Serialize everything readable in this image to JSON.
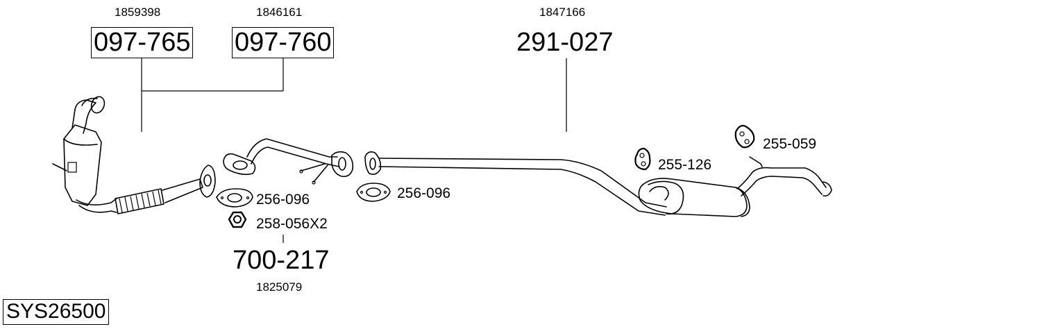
{
  "system_code": "SYS26500",
  "groups": [
    {
      "id": "cat-left",
      "ref": "1859398",
      "part": "097-765",
      "boxed": true
    },
    {
      "id": "cat-right",
      "ref": "1846161",
      "part": "097-760",
      "boxed": true
    },
    {
      "id": "middle",
      "ref": "1847166",
      "part": "291-027",
      "boxed": false
    },
    {
      "id": "front",
      "ref": "1825079",
      "part": "700-217",
      "boxed": false
    }
  ],
  "accessories": [
    {
      "id": "gasket-1",
      "code": "256-096",
      "icon": "gasket-icon"
    },
    {
      "id": "nut",
      "code": "258-056X2",
      "icon": "nut-icon"
    },
    {
      "id": "gasket-2",
      "code": "256-096",
      "icon": "gasket-icon"
    },
    {
      "id": "hanger-1",
      "code": "255-126",
      "icon": "rubber-hanger-icon"
    },
    {
      "id": "hanger-2",
      "code": "255-059",
      "icon": "rubber-hanger-icon"
    }
  ]
}
